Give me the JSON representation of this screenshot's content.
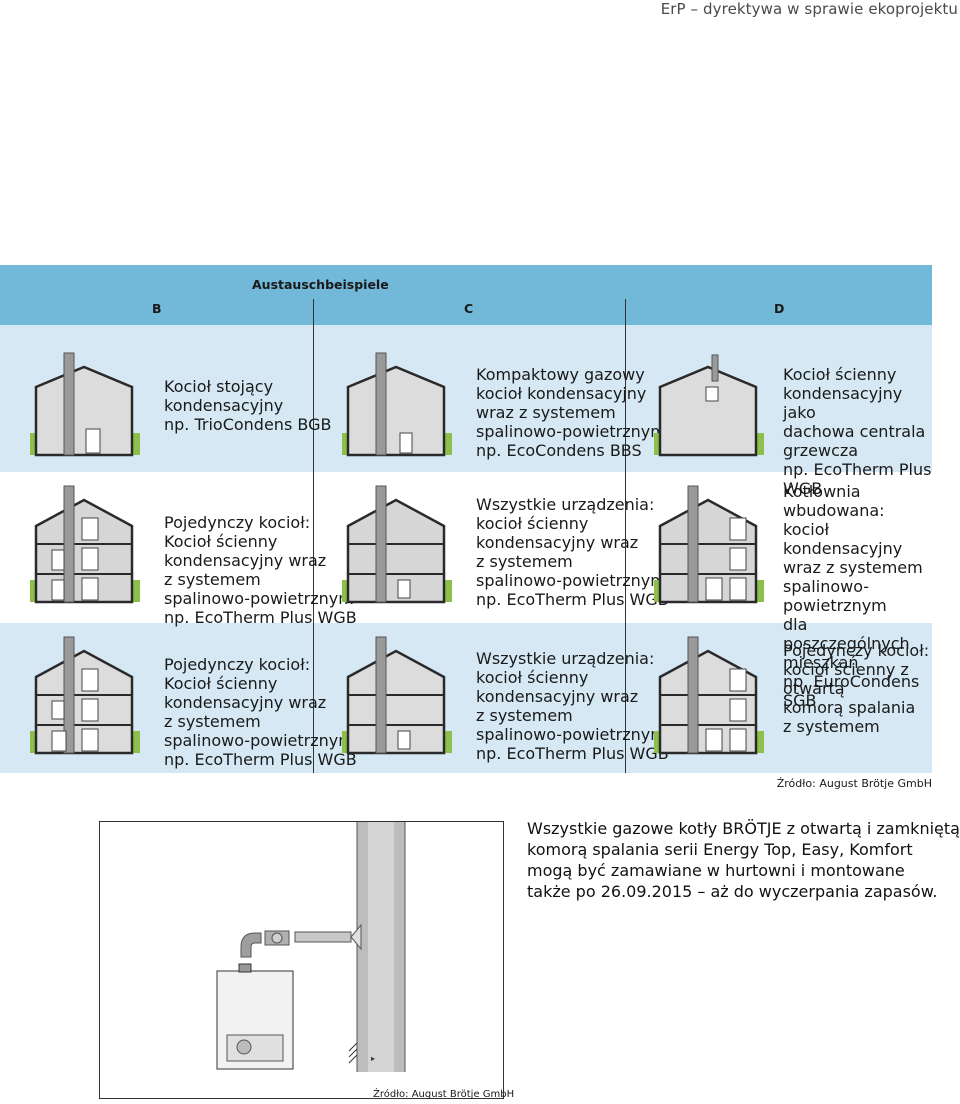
{
  "header": {
    "title": "ErP – dyrektywa w sprawie ekoprojektu"
  },
  "table": {
    "group_title": "Austauschbeispiele",
    "columns": [
      "B",
      "C",
      "D"
    ],
    "rows": [
      [
        [
          "Kocioł stojący",
          "kondensacyjny",
          "np. TrioCondens BGB"
        ],
        [
          "Kompaktowy gazowy",
          "kocioł kondensacyjny",
          "wraz z systemem",
          "spalinowo-powietrznym",
          "np. EcoCondens BBS"
        ],
        [
          "Kocioł ścienny",
          "kondensacyjny jako",
          "dachowa centrala",
          "grzewcza",
          "np. EcoTherm Plus WGB"
        ]
      ],
      [
        [
          "Pojedynczy kocioł:",
          "Kocioł ścienny",
          "kondensacyjny wraz",
          "z systemem",
          "spalinowo-powietrznym",
          "np. EcoTherm Plus WGB"
        ],
        [
          "Wszystkie urządzenia:",
          "kocioł ścienny",
          "kondensacyjny wraz",
          "z systemem",
          "spalinowo-powietrznym",
          "np. EcoTherm Plus WGB"
        ],
        [
          "Kotłownia wbudowana:",
          "kocioł kondensacyjny",
          "wraz z systemem",
          "spalinowo-powietrznym",
          "dla poszczególnych",
          "mieszkań",
          "np. EuroCondens SGB"
        ]
      ],
      [
        [
          "Pojedynczy kocioł:",
          "Kocioł ścienny",
          "kondensacyjny wraz",
          "z systemem",
          "spalinowo-powietrznym",
          "np. EcoTherm Plus WGB"
        ],
        [
          "Wszystkie urządzenia:",
          "kocioł ścienny",
          "kondensacyjny wraz",
          "z systemem",
          "spalinowo-powietrznym",
          "np. EcoTherm Plus WGB"
        ],
        [
          "Pojedynczy kocioł:",
          "kocioł ścienny z otwartą",
          "komorą spalania",
          "z systemem"
        ]
      ]
    ],
    "source": "Źródło: August Brötje GmbH"
  },
  "installation": {
    "source": "Źródło: August Brötje GmbH"
  },
  "notice": {
    "lines": [
      "Wszystkie gazowe kotły BRÖTJE z otwartą i zamkniętą",
      "komorą spalania serii Energy Top, Easy, Komfort",
      "mogą być zamawiane w hurtowni i montowane",
      "także po 26.09.2015 – aż do wyczerpania zapasów."
    ]
  },
  "colors": {
    "header_band": "#72b8d8",
    "light_row": "#d5e8f3",
    "ground": "#8cc04a",
    "house_fill": "#d9d9d9"
  }
}
